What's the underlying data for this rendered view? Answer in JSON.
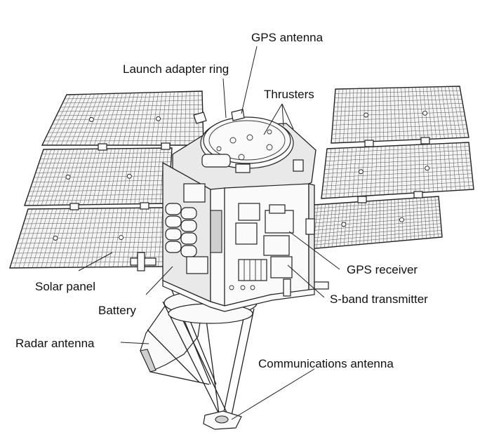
{
  "labels": {
    "gps_antenna": "GPS antenna",
    "launch_adapter_ring": "Launch adapter ring",
    "thrusters": "Thrusters",
    "solar_panel": "Solar panel",
    "battery": "Battery",
    "radar_antenna": "Radar antenna",
    "gps_receiver": "GPS receiver",
    "s_band_transmitter": "S-band transmitter",
    "communications_antenna": "Communications antenna"
  },
  "colors": {
    "line": "#222222",
    "panel_fill": "#f4f4f4",
    "background": "#ffffff"
  }
}
